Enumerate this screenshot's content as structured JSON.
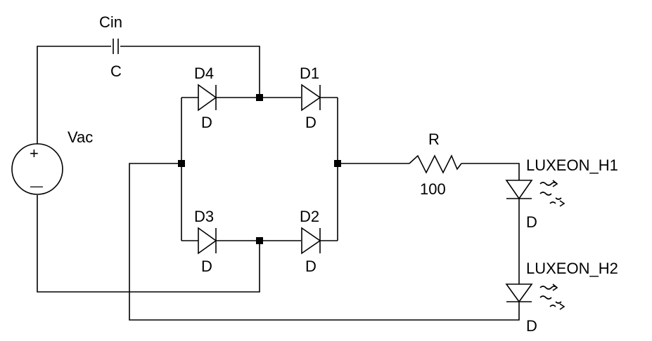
{
  "components": {
    "cin": {
      "ref": "Cin",
      "value": "C"
    },
    "vac": {
      "ref": "Vac",
      "plus": "+",
      "minus": "—"
    },
    "d1": {
      "ref": "D1",
      "value": "D"
    },
    "d2": {
      "ref": "D2",
      "value": "D"
    },
    "d3": {
      "ref": "D3",
      "value": "D"
    },
    "d4": {
      "ref": "D4",
      "value": "D"
    },
    "r": {
      "ref": "R",
      "value": "100"
    },
    "led1": {
      "ref": "LUXEON_H1",
      "value": "D"
    },
    "led2": {
      "ref": "LUXEON_H2",
      "value": "D"
    }
  }
}
